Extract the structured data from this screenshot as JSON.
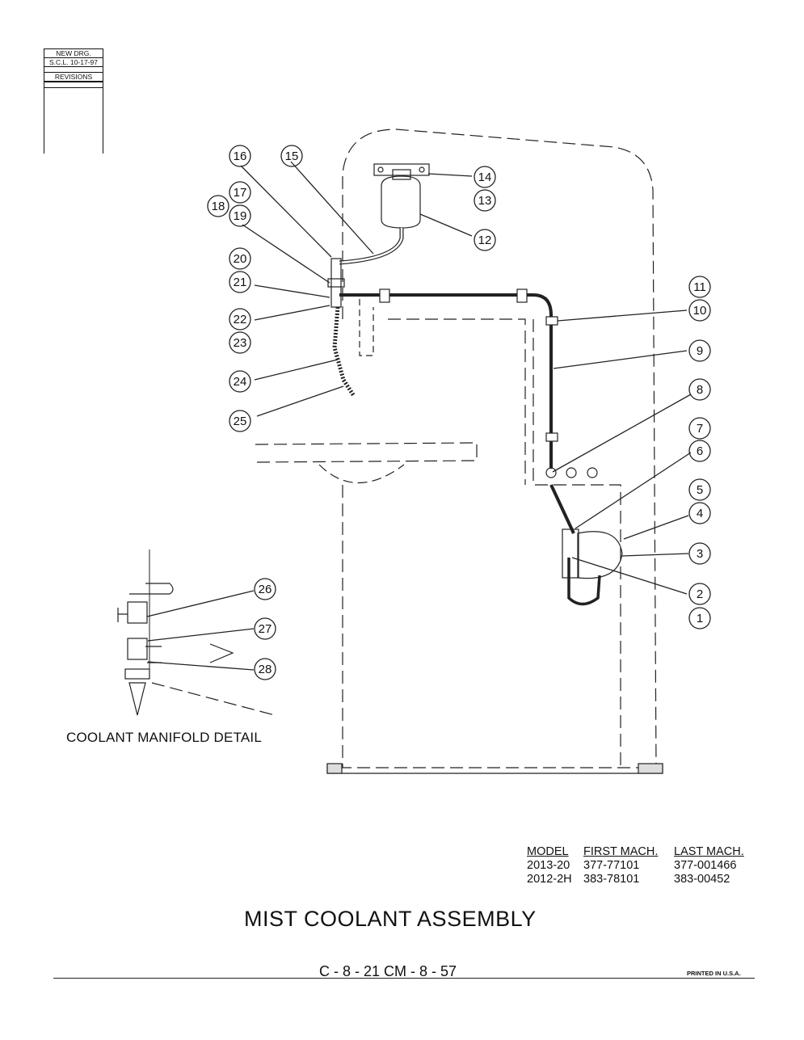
{
  "revision_block": {
    "line1": "NEW DRG.",
    "line2": "S.C.L. 10-17-97",
    "line3": "REVISIONS"
  },
  "callouts": [
    "1",
    "2",
    "3",
    "4",
    "5",
    "6",
    "7",
    "8",
    "9",
    "10",
    "11",
    "12",
    "13",
    "14",
    "15",
    "16",
    "17",
    "18",
    "19",
    "20",
    "21",
    "22",
    "23",
    "24",
    "25",
    "26",
    "27",
    "28"
  ],
  "detail_label": "COOLANT MANIFOLD DETAIL",
  "model_table": {
    "headers": [
      "MODEL",
      "FIRST MACH.",
      "LAST MACH."
    ],
    "rows": [
      [
        "2013-20",
        "377-77101",
        "377-001466"
      ],
      [
        "2012-2H",
        "383-78101",
        "383-00452"
      ]
    ]
  },
  "title": "MIST COOLANT ASSEMBLY",
  "page_code": "C - 8 - 21    CM - 8 - 57",
  "printed": "PRINTED IN U.S.A."
}
